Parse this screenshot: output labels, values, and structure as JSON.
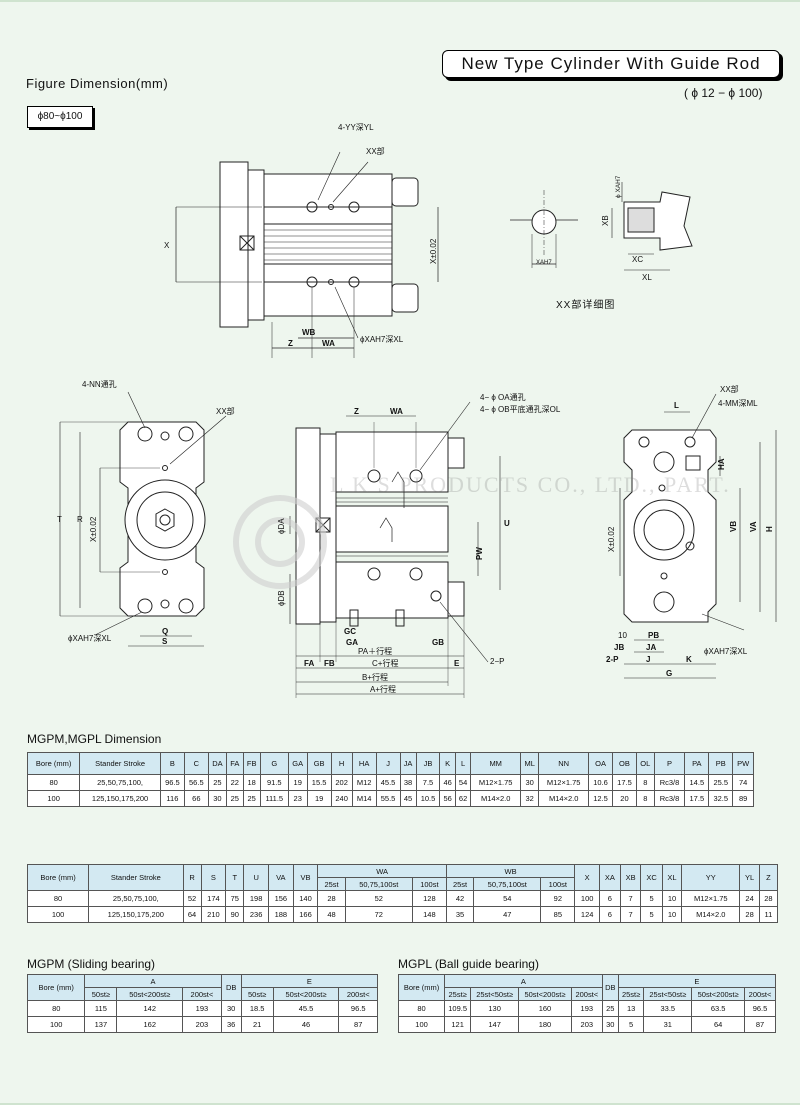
{
  "header": {
    "title": "New Type Cylinder With Guide Rod",
    "bore_range": "( ϕ 12 − ϕ 100)",
    "figure_label": "Figure Dimension(mm)",
    "bore_box": "ϕ80~ϕ100"
  },
  "drawing": {
    "xx_caption": "XX部详细图",
    "watermark": "L K S  PRODUCTS CO., LTD., PART.",
    "top_view": {
      "yy": "4-YY深YL",
      "xx": "XX部",
      "x": "X",
      "x002": "X±0.02",
      "wb": "WB",
      "z": "Z",
      "wa": "WA",
      "xa": "ϕXAH7深XL"
    },
    "detail": {
      "xa_h7": "XAH7",
      "xb": "XB",
      "phi_xa": "ϕ XAH7",
      "xc": "XC",
      "xl": "XL"
    },
    "end_view": {
      "nn": "4-NN通孔",
      "xx": "XX部",
      "t": "T",
      "r": "R",
      "x002": "X±0.02",
      "xa": "ϕXAH7深XL",
      "q": "Q",
      "s": "S"
    },
    "side_view": {
      "z": "Z",
      "wa": "WA",
      "oa": "4− ϕ OA通孔",
      "ob": "4− ϕ OB平底通孔深OL",
      "u": "U",
      "pw": "PW",
      "da": "ϕDA",
      "db": "ϕDB",
      "gc": "GC",
      "ga": "GA",
      "gb": "GB",
      "pa": "PA＋行程",
      "p2": "2−P",
      "fa": "FA",
      "fb": "FB",
      "c": "C+行程",
      "e": "E",
      "b": "B+行程",
      "a": "A+行程"
    },
    "rod_view": {
      "l": "L",
      "xx": "XX部",
      "mm": "4-MM深ML",
      "ha": "HA",
      "x002": "X±0.02",
      "vb": "VB",
      "va": "VA",
      "h": "H",
      "n10": "10",
      "pb": "PB",
      "jb": "JB",
      "ja": "JA",
      "p2": "2-P",
      "j": "J",
      "k": "K",
      "g": "G",
      "xa": "ϕXAH7深XL"
    }
  },
  "table1": {
    "title": "MGPM,MGPL Dimension",
    "headers": [
      "Bore (mm)",
      "Stander Stroke",
      "B",
      "C",
      "DA",
      "FA",
      "FB",
      "G",
      "GA",
      "GB",
      "H",
      "HA",
      "J",
      "JA",
      "JB",
      "K",
      "L",
      "MM",
      "ML",
      "NN",
      "OA",
      "OB",
      "OL",
      "P",
      "PA",
      "PB",
      "PW"
    ],
    "rows": [
      [
        "80",
        "25,50,75,100,",
        "96.5",
        "56.5",
        "25",
        "22",
        "18",
        "91.5",
        "19",
        "15.5",
        "202",
        "M12",
        "45.5",
        "38",
        "7.5",
        "46",
        "54",
        "M12×1.75",
        "30",
        "M12×1.75",
        "10.6",
        "17.5",
        "8",
        "Rc3/8",
        "14.5",
        "25.5",
        "74"
      ],
      [
        "100",
        "125,150,175,200",
        "116",
        "66",
        "30",
        "25",
        "25",
        "111.5",
        "23",
        "19",
        "240",
        "M14",
        "55.5",
        "45",
        "10.5",
        "56",
        "62",
        "M14×2.0",
        "32",
        "M14×2.0",
        "12.5",
        "20",
        "8",
        "Rc3/8",
        "17.5",
        "32.5",
        "89"
      ]
    ]
  },
  "table2": {
    "headers": [
      "Bore (mm)",
      "Stander Stroke",
      "R",
      "S",
      "T",
      "U",
      "VA",
      "VB",
      "WA",
      "WB",
      "X",
      "XA",
      "XB",
      "XC",
      "XL",
      "YY",
      "YL",
      "Z"
    ],
    "sub_headers": [
      "25st",
      "50,75,100st",
      "100st",
      "25st",
      "50,75,100st",
      "100st"
    ],
    "rows": [
      [
        "80",
        "25,50,75,100,",
        "52",
        "174",
        "75",
        "198",
        "156",
        "140",
        "28",
        "52",
        "128",
        "42",
        "54",
        "92",
        "100",
        "6",
        "7",
        "5",
        "10",
        "M12×1.75",
        "24",
        "28"
      ],
      [
        "100",
        "125,150,175,200",
        "64",
        "210",
        "90",
        "236",
        "188",
        "166",
        "48",
        "72",
        "148",
        "35",
        "47",
        "85",
        "124",
        "6",
        "7",
        "5",
        "10",
        "M14×2.0",
        "28",
        "11"
      ]
    ]
  },
  "table3": {
    "title": "MGPM (Sliding bearing)",
    "headers": [
      "Bore (mm)",
      "A",
      "DB",
      "E"
    ],
    "sub_headers": [
      "50st≥",
      "50st<200st≥",
      "200st<",
      "50st≥",
      "50st<200st≥",
      "200st<"
    ],
    "rows": [
      [
        "80",
        "115",
        "142",
        "193",
        "30",
        "18.5",
        "45.5",
        "96.5"
      ],
      [
        "100",
        "137",
        "162",
        "203",
        "36",
        "21",
        "46",
        "87"
      ]
    ]
  },
  "table4": {
    "title": "MGPL (Ball guide bearing)",
    "headers": [
      "Bore (mm)",
      "A",
      "DB",
      "E"
    ],
    "sub_headers": [
      "25st≥",
      "25st<50st≥",
      "50st<200st≥",
      "200st<",
      "25st≥",
      "25st<50st≥",
      "50st<200st≥",
      "200st<"
    ],
    "rows": [
      [
        "80",
        "109.5",
        "130",
        "160",
        "193",
        "25",
        "13",
        "33.5",
        "63.5",
        "96.5"
      ],
      [
        "100",
        "121",
        "147",
        "180",
        "203",
        "30",
        "5",
        "31",
        "64",
        "87"
      ]
    ]
  }
}
